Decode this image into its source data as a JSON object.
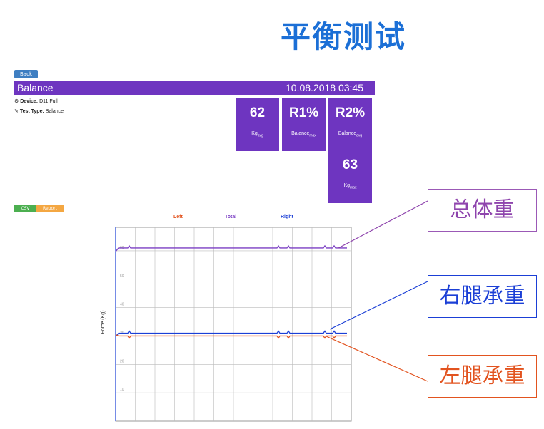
{
  "slide_title": "平衡测试",
  "back_label": "Back",
  "header": {
    "title": "Balance",
    "datetime": "10.08.2018 03:45"
  },
  "info": {
    "device_label": "Device:",
    "device_value": "D11 Full",
    "test_type_label": "Test Type:",
    "test_type_value": "Balance",
    "device_icon": "gears-icon",
    "test_type_icon": "tag-icon"
  },
  "cards": [
    {
      "value": "62",
      "label": "Kg",
      "sub": "avg"
    },
    {
      "value": "R1%",
      "label": "Balance",
      "sub": "max"
    },
    {
      "value": "R2%",
      "label": "Balance",
      "sub": "avg"
    },
    {
      "value": "63",
      "label": "Kg",
      "sub": "max"
    }
  ],
  "buttons": {
    "csv": "CSV",
    "report": "Report"
  },
  "colors": {
    "accent": "#6e35c0",
    "left": "#e2531f",
    "total": "#7b3fc4",
    "right": "#1b3fd6"
  },
  "chart_data": {
    "type": "line",
    "legend": [
      "Left",
      "Total",
      "Right"
    ],
    "ylabel": "Force (Kg)",
    "y_ticks": [
      60,
      50,
      40,
      30,
      20,
      10
    ],
    "ylim": [
      0,
      66
    ],
    "series": [
      {
        "name": "Total",
        "baseline": 61
      },
      {
        "name": "Right",
        "baseline": 31
      },
      {
        "name": "Left",
        "baseline": 30
      }
    ]
  },
  "callouts": {
    "total": "总体重",
    "right": "右腿承重",
    "left": "左腿承重"
  }
}
